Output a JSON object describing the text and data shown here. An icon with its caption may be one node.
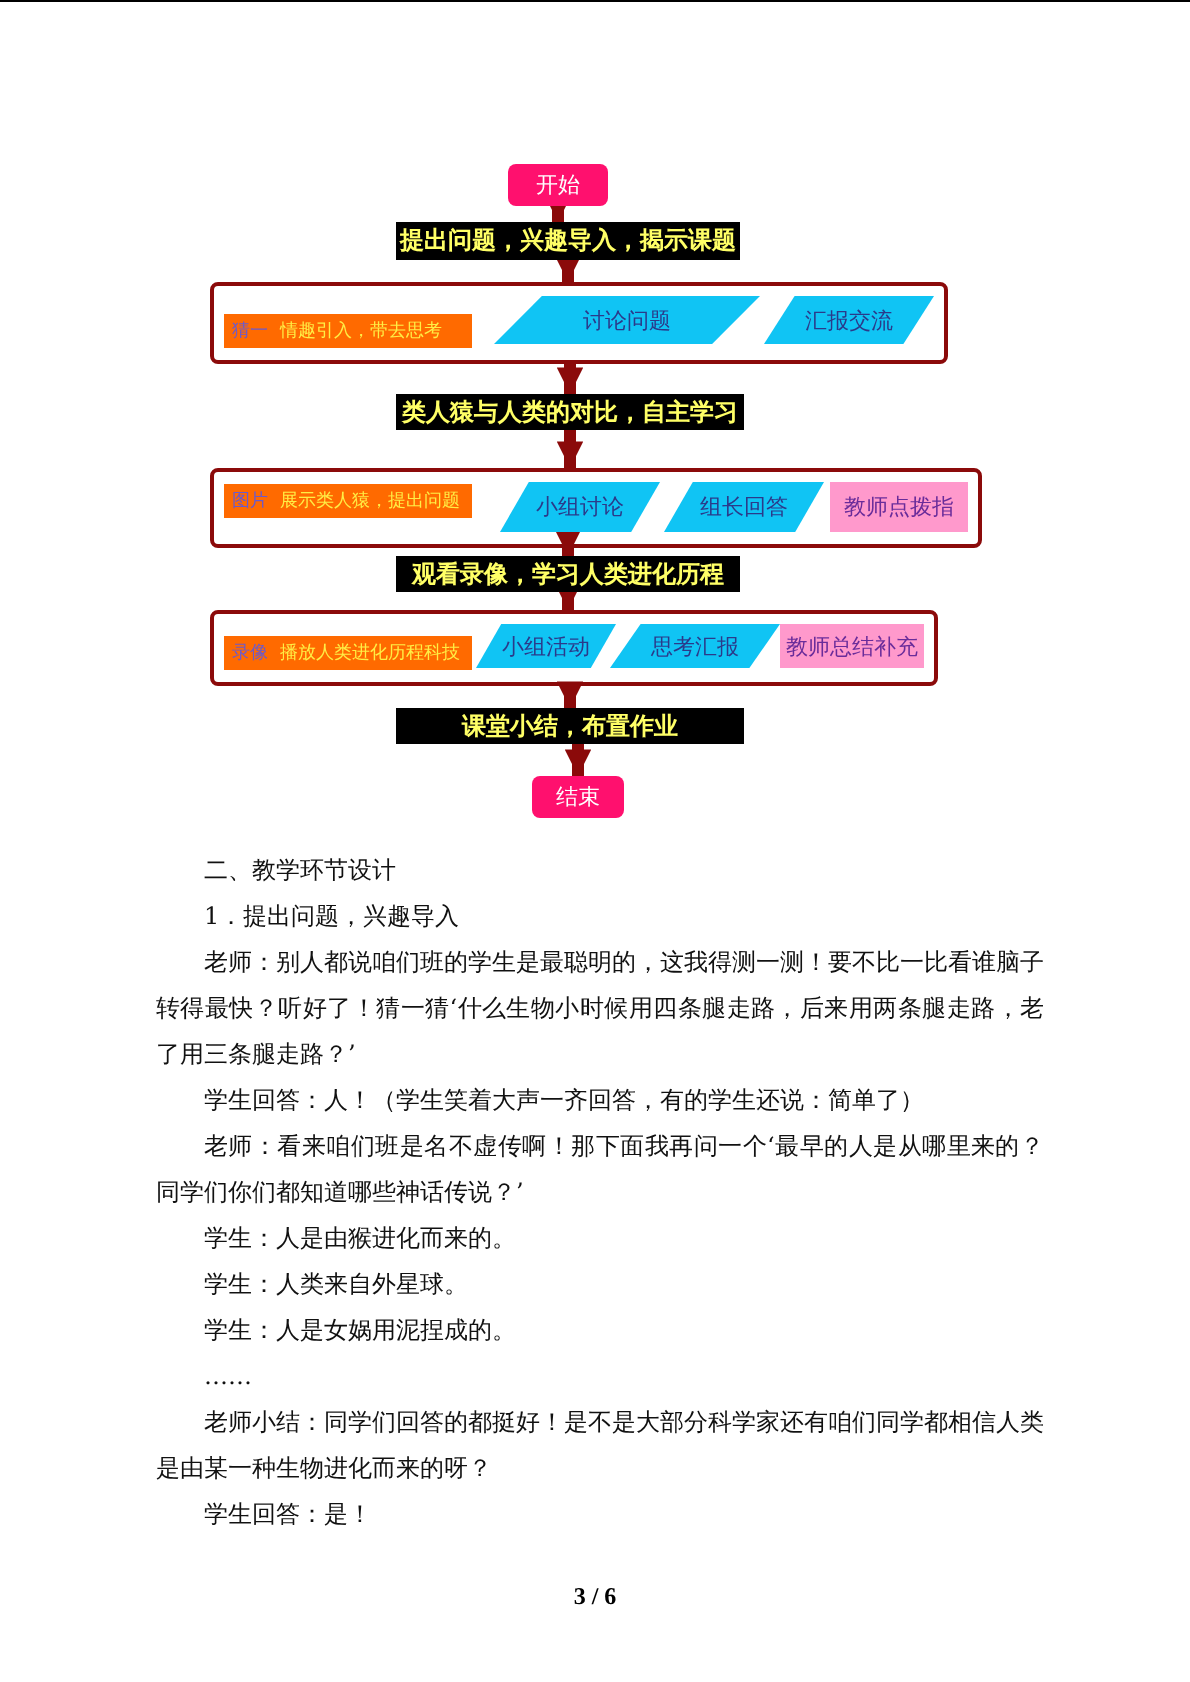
{
  "diagram": {
    "nodes": [
      {
        "text": [
          "开始"
        ]
      },
      {
        "text": [
          "提出问题，兴趣导入，揭示课题"
        ]
      },
      {
        "text": [],
        "shape": "box"
      },
      {
        "text": [
          "猜一",
          "情趣引入，带去思考"
        ],
        "in": 2
      },
      {
        "text": [
          "讨论问题"
        ],
        "in": 2
      },
      {
        "text": [
          "汇报交流"
        ],
        "in": 2
      },
      {
        "text": [
          "类人猿与人类的对比，自主学习"
        ]
      },
      {
        "text": [],
        "shape": "box"
      },
      {
        "text": [
          "图片",
          "展示类人猿，提出问题"
        ],
        "in": 7
      },
      {
        "text": [
          "小组讨论"
        ],
        "in": 7
      },
      {
        "text": [
          "组长回答"
        ],
        "in": 7
      },
      {
        "text": [
          "教师点拨指"
        ],
        "in": 7
      },
      {
        "text": [
          "观看录像，学习人类进化历程"
        ]
      },
      {
        "text": [],
        "shape": "box"
      },
      {
        "text": [
          "录像",
          "播放人类进化历程科技"
        ],
        "in": 13
      },
      {
        "text": [
          "小组活动"
        ],
        "in": 13
      },
      {
        "text": [
          "思考汇报"
        ],
        "in": 13
      },
      {
        "text": [
          "教师总结补充"
        ],
        "in": 13
      },
      {
        "text": [
          "课堂小结，布置作业"
        ]
      },
      {
        "text": [
          "结束"
        ]
      }
    ],
    "edges": [
      {
        "from": 0,
        "to": 1,
        "arrow": "to"
      },
      {
        "from": 1,
        "to": 2,
        "arrow": "to"
      },
      {
        "from": 2,
        "to": 6,
        "arrow": "to"
      },
      {
        "from": 6,
        "to": 7,
        "arrow": "to"
      },
      {
        "from": 7,
        "to": 12,
        "arrow": "to"
      },
      {
        "from": 12,
        "to": 13,
        "arrow": "to"
      },
      {
        "from": 13,
        "to": 18,
        "arrow": "to"
      },
      {
        "from": 18,
        "to": 19,
        "arrow": "to"
      }
    ],
    "labels": [
      "二、教学环节设计",
      "1．提出问题，兴趣导入",
      "老师：别人都说咱们班的学生是最聪明的，这我得测一测！要不比一比看谁脑子转得最快？听好了！猜一猜‘什么生物小时候用四条腿走路，后来用两条腿走路，老了用三条腿走路？’",
      "学生回答：人！（学生笑着大声一齐回答，有的学生还说：简单了）",
      "老师：看来咱们班是名不虚传啊！那下面我再问一个‘最早的人是从哪里来的？同学们你们都知道哪些神话传说？’",
      "学生：人是由猴进化而来的。",
      "学生：人类来自外星球。",
      "学生：人是女娲用泥捏成的。",
      "……",
      "老师小结：同学们回答的都挺好！是不是大部分科学家还有咱们同学都相信人类是由某一种生物进化而来的呀？",
      "学生回答：是！",
      "3 / 6"
    ]
  }
}
